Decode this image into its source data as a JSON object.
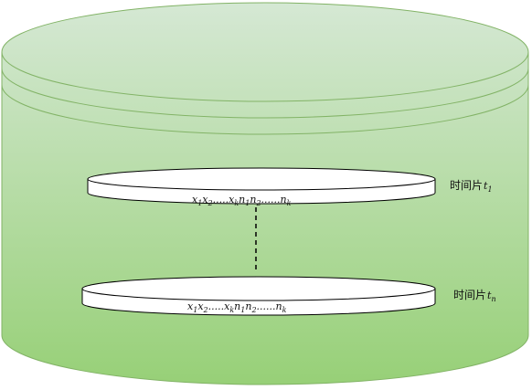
{
  "colors": {
    "cylinder_top": "#d5e8d4",
    "cylinder_bottom": "#97d077",
    "cylinder_stroke": "#82b366",
    "disk_fill": "#ffffff",
    "disk_stroke": "#000000",
    "connector": "#000000"
  },
  "disks": [
    {
      "sequence": "x1x2.....xkn1n2......nk",
      "time_label": {
        "prefix": "时间片",
        "variable": "t",
        "subscript": "1"
      }
    },
    {
      "sequence": "x1x2.....xkn1n2......nk",
      "time_label": {
        "prefix": "时间片",
        "variable": "t",
        "subscript": "n"
      }
    }
  ],
  "connector_style": "dashed"
}
